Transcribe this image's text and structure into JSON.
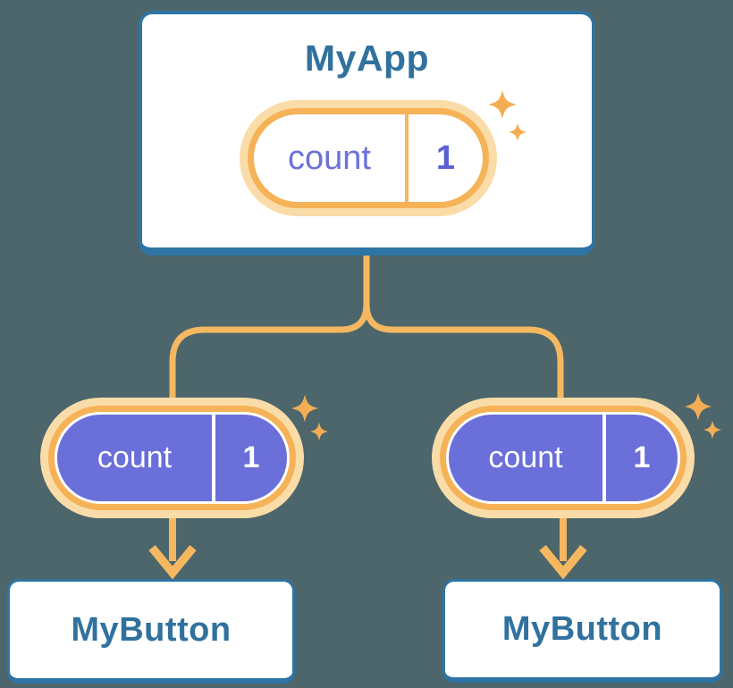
{
  "diagram": {
    "type": "component-tree",
    "root": {
      "title": "MyApp",
      "state_pill": {
        "label": "count",
        "value": "1",
        "variant": "outline"
      }
    },
    "children": [
      {
        "title": "MyButton",
        "prop_pill": {
          "label": "count",
          "value": "1",
          "variant": "filled"
        }
      },
      {
        "title": "MyButton",
        "prop_pill": {
          "label": "count",
          "value": "1",
          "variant": "filled"
        }
      }
    ]
  },
  "icons": {
    "sparkle": "four-point-star",
    "arrow_down": "down-arrow"
  },
  "colors": {
    "background": "#4C666B",
    "card_fill": "#FFFFFF",
    "card_border_blue": "#2E74A4",
    "heading_text_blue": "#30719E",
    "pill_ring_orange": "#F5B257",
    "pill_halo_orange": "#FADCA8",
    "connector_orange": "#F5B860",
    "sparkle_orange": "#F3AD55",
    "pill_fill_purple": "#6A6FD9",
    "pill_text_purple": "#6C72D9",
    "pill_value_purple": "#5A61D2"
  }
}
